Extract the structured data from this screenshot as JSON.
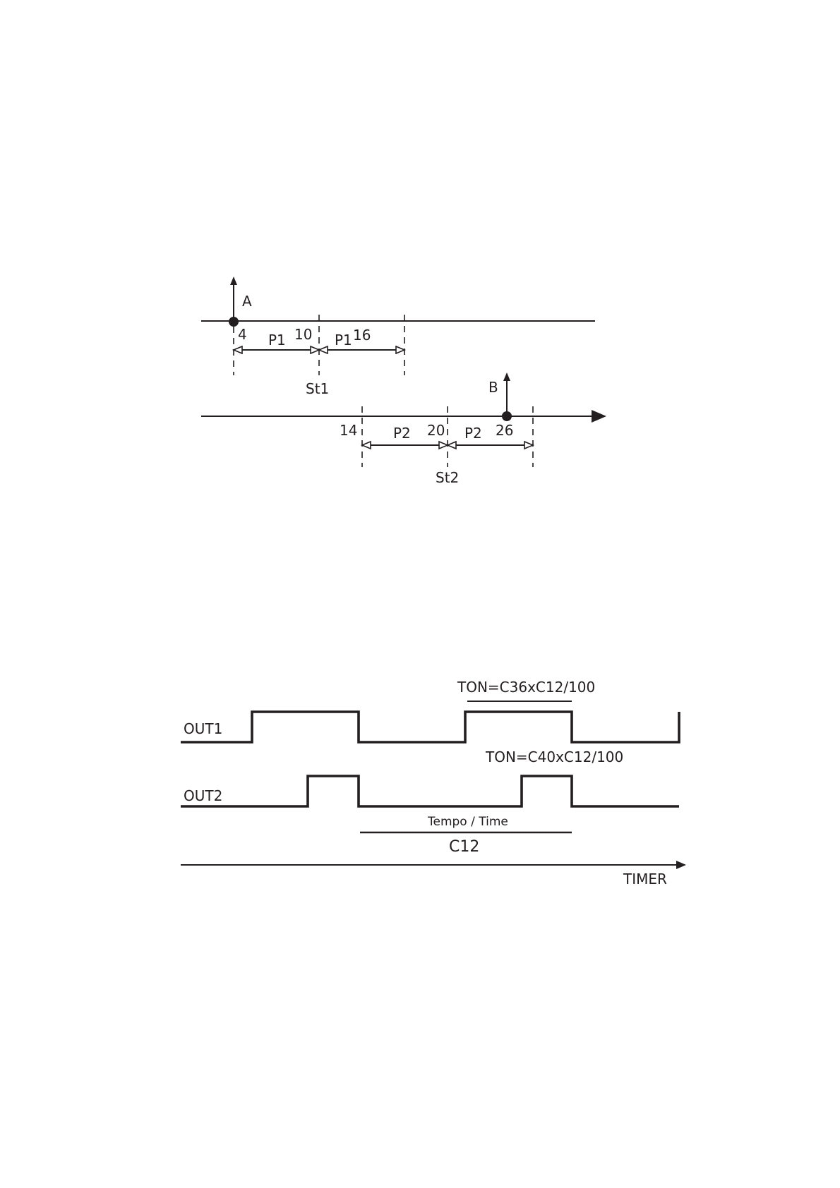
{
  "diagram1": {
    "point_a_label": "A",
    "point_b_label": "B",
    "upper_ticks": [
      "4",
      "10",
      "16"
    ],
    "upper_spans": [
      "P1",
      "P1"
    ],
    "upper_center_label": "St1",
    "lower_ticks": [
      "14",
      "20",
      "26"
    ],
    "lower_spans": [
      "P2",
      "P2"
    ],
    "lower_center_label": "St2"
  },
  "diagram2": {
    "out1_label": "OUT1",
    "out2_label": "OUT2",
    "ton1_label": "TON=C36xC12/100",
    "ton2_label": "TON=C40xC12/100",
    "period_caption": "Tempo / Time",
    "period_label": "C12",
    "axis_label": "TIMER"
  }
}
